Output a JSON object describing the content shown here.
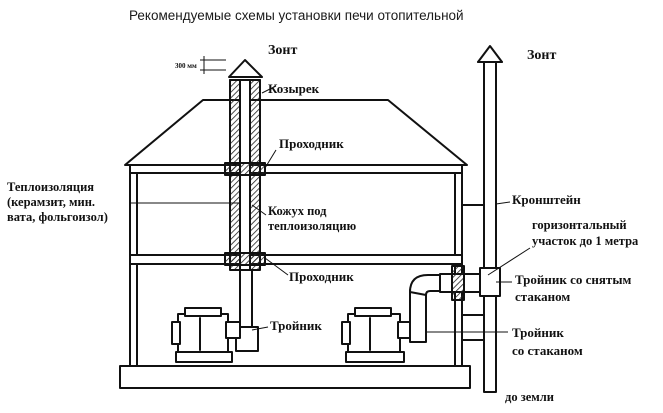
{
  "title": "Рекомендуемые схемы установки печи отопительной",
  "labels": {
    "umbrella_left": "Зонт",
    "umbrella_right": "Зонт",
    "dimension": "300 мм",
    "visor": "Козырек",
    "passage_top": "Проходник",
    "insulation_line1": "Теплоизоляция",
    "insulation_line2": "(керамзит, мин.",
    "insulation_line3": "вата, фольгоизол)",
    "casing_line1": "Кожух под",
    "casing_line2": "теплоизоляцию",
    "bracket": "Кронштейн",
    "horizontal_line1": "горизонтальный",
    "horizontal_line2": "участок до 1 метра",
    "passage_bottom": "Проходник",
    "tee_no_cup_line1": "Тройник со снятым",
    "tee_no_cup_line2": "стаканом",
    "tee_left": "Тройник",
    "tee_cup_line1": "Тройник",
    "tee_cup_line2": "со стаканом",
    "ground": "до земли"
  },
  "colors": {
    "ink": "#111111",
    "background": "#ffffff"
  }
}
